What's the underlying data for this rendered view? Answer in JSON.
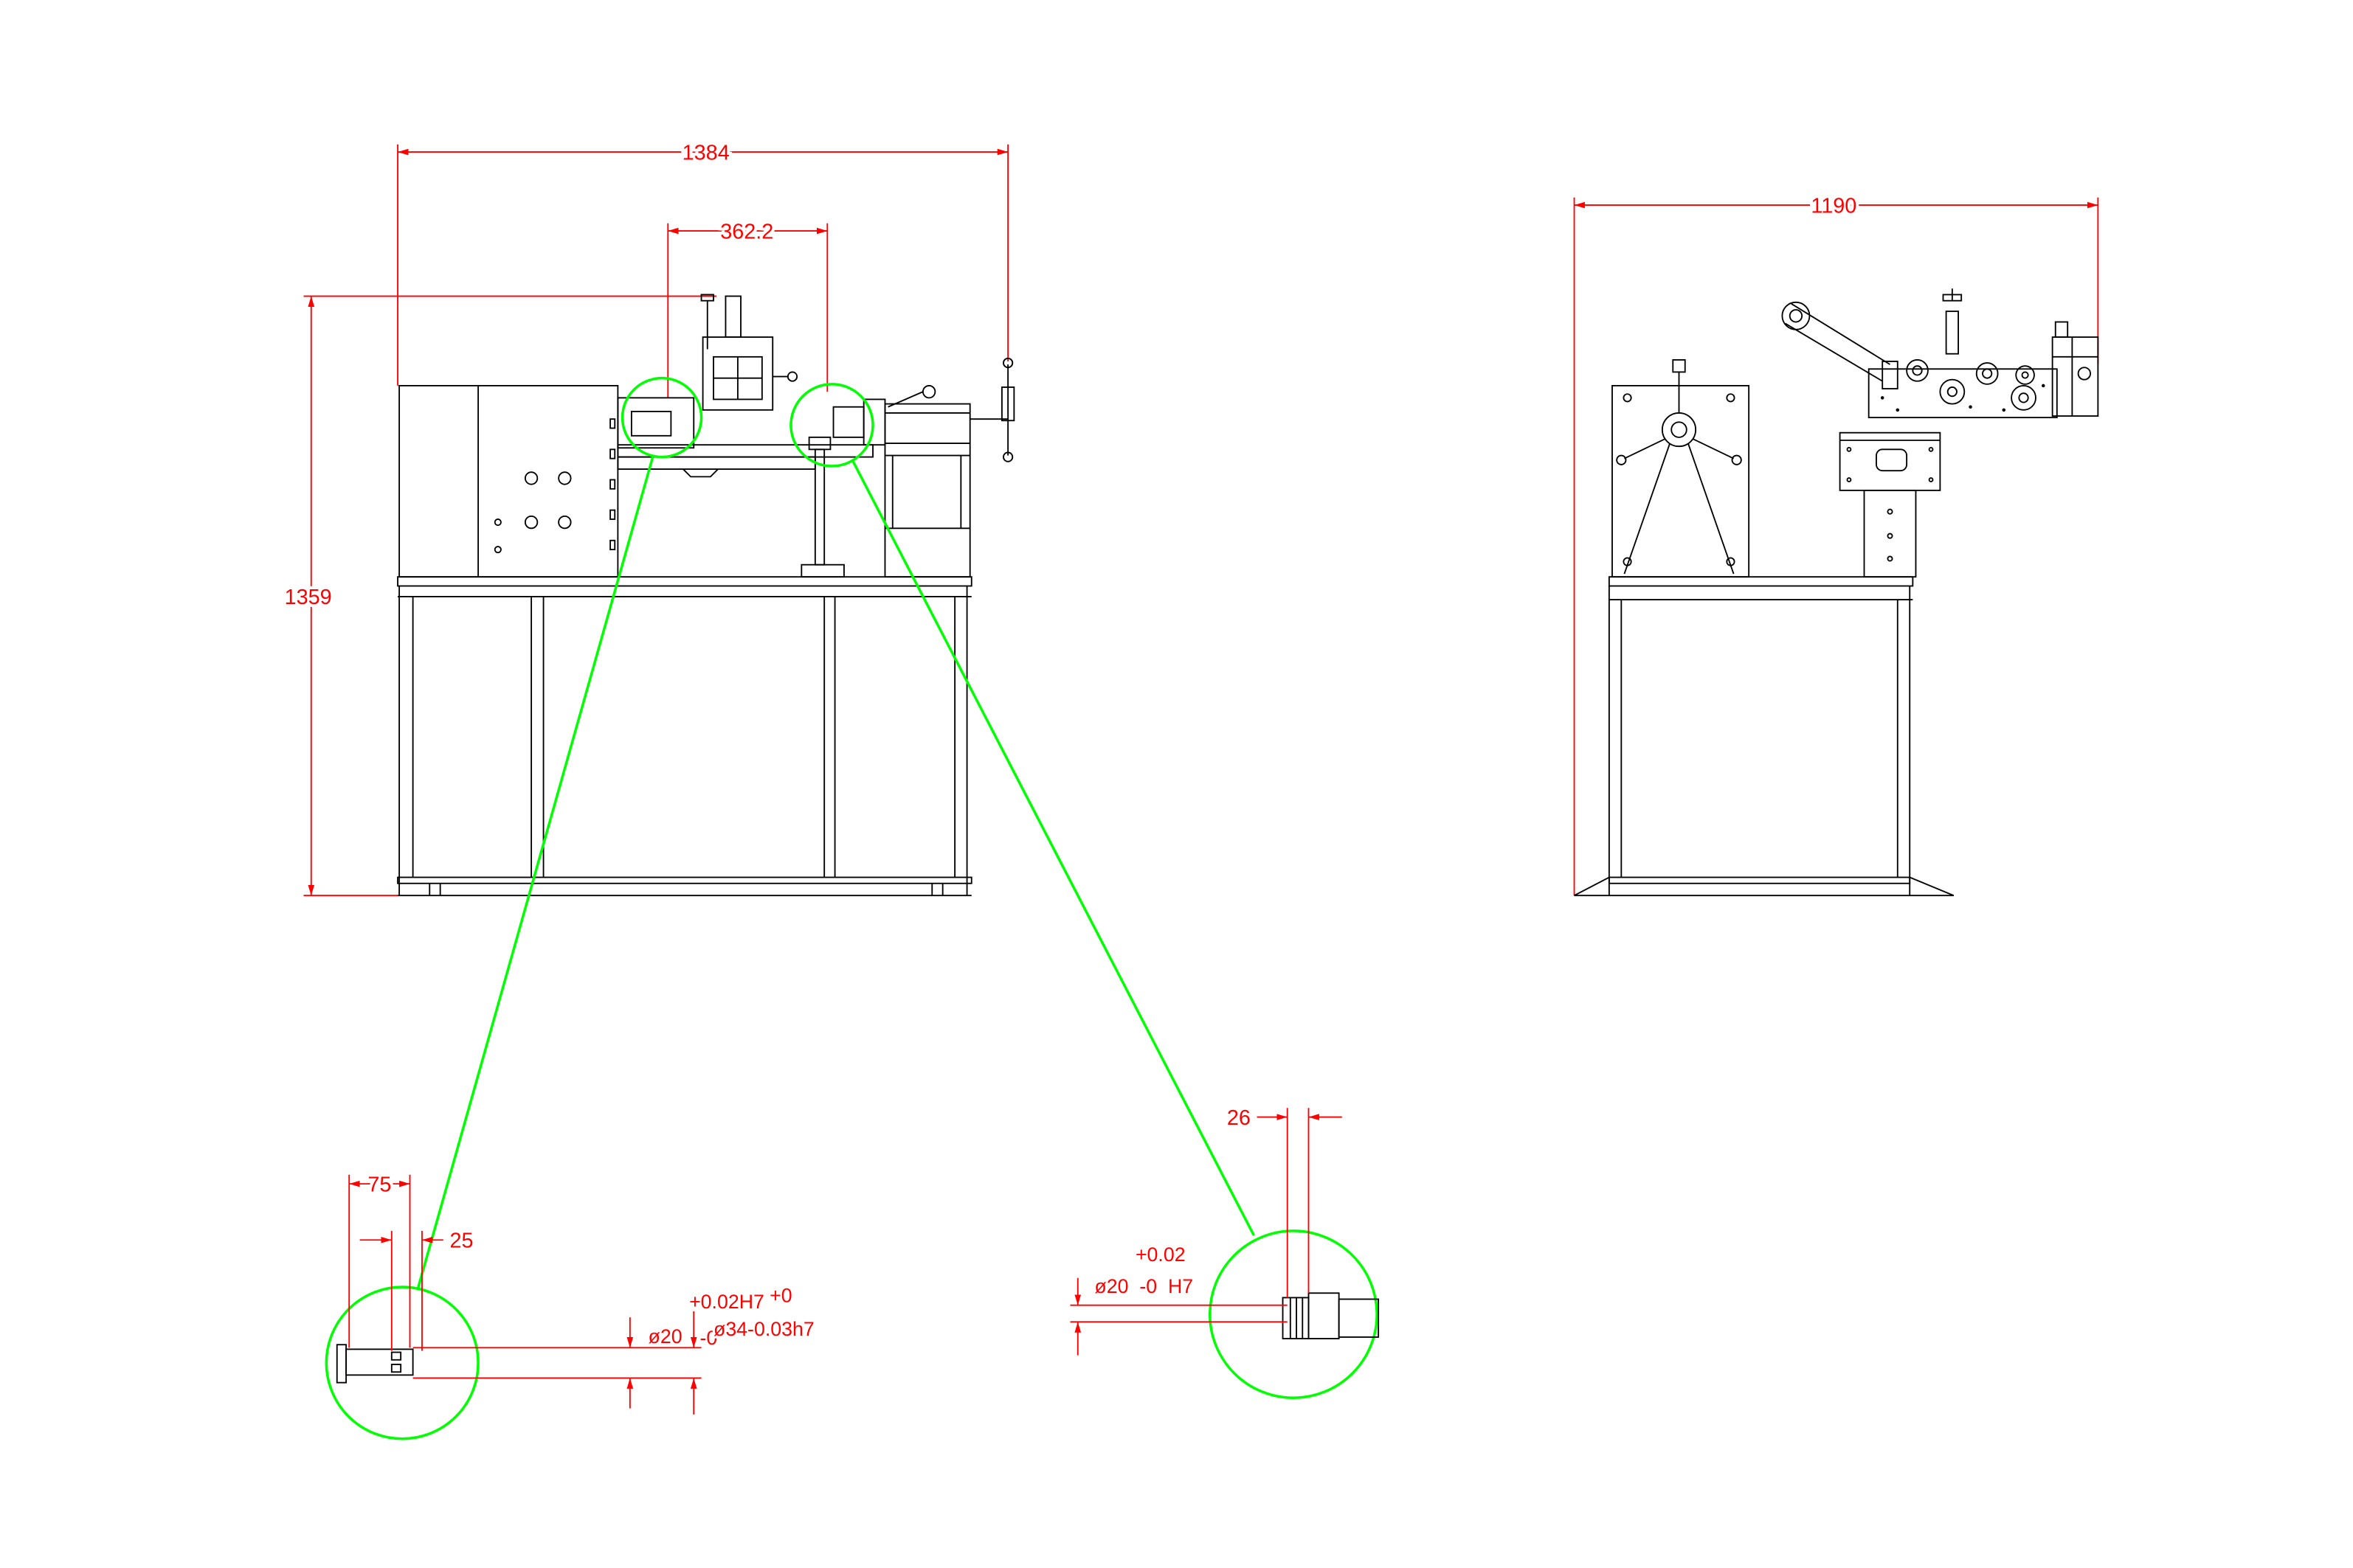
{
  "drawing": {
    "front_view": {
      "overall_width": "1384",
      "sub_width": "362.2",
      "overall_height": "1359"
    },
    "side_view": {
      "overall_width": "1190"
    },
    "detail_a": {
      "length_75": "75",
      "length_25": "25",
      "tolerance_upper": "+0.02H7",
      "tolerance_plus0": "+0",
      "bore_dia": "ø20",
      "tolerance_minus0": "-0",
      "shaft_dia": "ø34-0.03h7"
    },
    "detail_b": {
      "length_26": "26",
      "tolerance_upper": "+0.02",
      "bore_dia": "ø20  -0  H7"
    }
  },
  "colors": {
    "dimension": "#ff0000",
    "callout": "#00ff00",
    "outline": "#000000",
    "background": "#ffffff"
  }
}
